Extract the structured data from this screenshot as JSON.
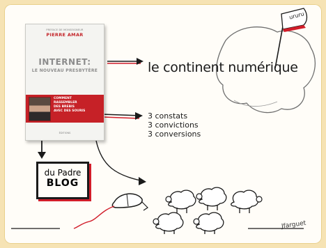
{
  "book": {
    "author_kicker": "PREFACE DE MONSEIGNEUR",
    "author": "PIERRE AMAR",
    "title_line1": "INTERNET:",
    "title_line2": "LE NOUVEAU PRESBYTÈRE",
    "tagline": [
      "COMMENT",
      "RASSEMBLER",
      "DES BREBIS",
      "AVEC DES SOURIS"
    ],
    "publisher": "ÉDITIONS"
  },
  "labels": {
    "continent": "le continent numérique",
    "constats": [
      "3 constats",
      "3 convictions",
      "3 conversions"
    ],
    "blog_line1": "du Padre",
    "blog_line2": "BLOG",
    "flag": "ururu",
    "signature": "Jfarguet"
  },
  "colors": {
    "background": "#f6e3b4",
    "accent_red": "#d11d2a",
    "ink": "#1a1a1a",
    "book_red": "#c62127"
  }
}
